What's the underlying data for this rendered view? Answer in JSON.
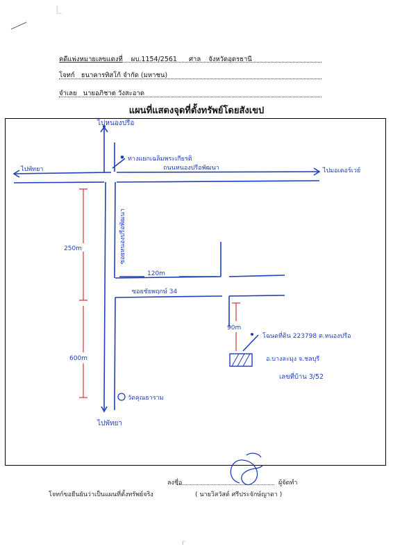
{
  "header": {
    "case_label": "คดีแพ่งหมายเลขแดงที่",
    "case_number": "ผบ.1154/2561",
    "court_label": "ศาล",
    "court_name": "จังหวัดอุดรธานี",
    "plaintiff_label": "โจทก์",
    "plaintiff_name": "ธนาคารทิสโก้ จำกัด (มหาชน)",
    "defendant_label": "จำเลย",
    "defendant_name": "นายอภิชาต  วังสะอาด"
  },
  "map": {
    "title": "แผนที่แสดงจุดที่ตั้งทรัพย์โดยสังเขป",
    "labels": {
      "to_nong_prue": "ไปหนองปรือ",
      "intersection": "ทางแยกเฉลิมพระเกียรติ",
      "to_pattaya_left": "ไปพัทยา",
      "road_main": "ถนนหนองปรือพัฒนา",
      "to_motorway": "ไปมอเตอร์เวย์",
      "soi_vertical": "ซอยหนองปรือพัฒนา",
      "dist_250": "250m",
      "dist_120": "120m",
      "soi_34": "ซอยชัยพฤกษ์ 34",
      "dist_90": "90m",
      "dist_600": "600m",
      "deed": "โฉนดที่ดิน 223798 ต.หนองปรือ",
      "district": "อ.บางละมุง  จ.ชลบุรี",
      "house_no": "เลขที่บ้าน 3/52",
      "temple": "วัดคุณธาราม",
      "to_pattaya_bottom": "ไปพัทยา"
    },
    "colors": {
      "ink": "#1c3fbf",
      "measure": "#d8313b"
    }
  },
  "footer": {
    "certify": "โจทก์ขอยืนยันว่าเป็นแผนที่ตั้งทรัพย์จริง",
    "sign_label": "ลงชื่อ",
    "signer": "( นายวิสวัสด์  ศรีประจักษ์ญาดา )",
    "role": "ผู้จัดทำ"
  }
}
